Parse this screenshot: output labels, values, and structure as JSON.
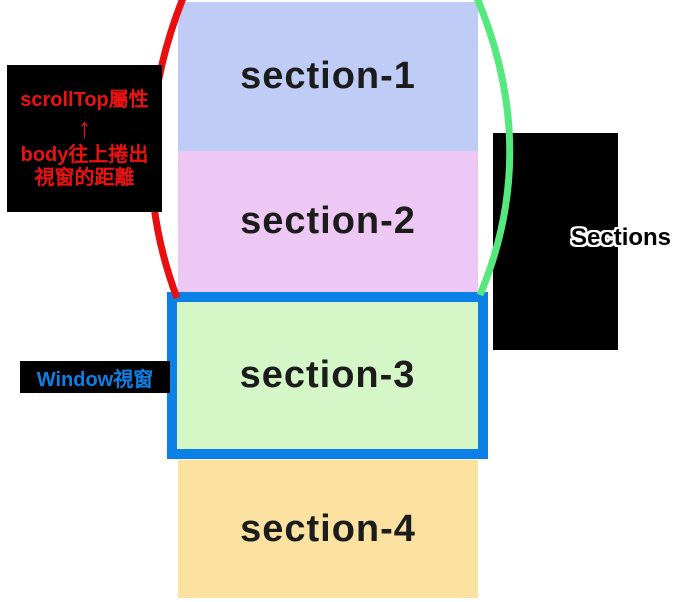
{
  "sections": [
    {
      "label": "section-1",
      "color": "#bfccf6"
    },
    {
      "label": "section-2",
      "color": "#eec8f4"
    },
    {
      "label": "section-3",
      "color": "#d5f7c8"
    },
    {
      "label": "section-4",
      "color": "#fbe2a0"
    }
  ],
  "annotations": {
    "scrolltop_label": {
      "line1": "scrollTop屬性",
      "arrow": "↑",
      "line2": "body往上捲出",
      "line3": "視窗的距離",
      "text_color": "#ee1111",
      "bg_color": "#000000"
    },
    "window_label": {
      "text": "Window視窗",
      "text_color": "#0b80e6",
      "bg_color": "#000000"
    },
    "right_label": {
      "text": "Sections",
      "text_color": "#000000",
      "outline_color": "#ffffff"
    }
  },
  "shapes": {
    "left_brace_color": "#e90f0f",
    "right_brace_color": "#55e87d",
    "viewport_border_color": "#0b80e6"
  }
}
